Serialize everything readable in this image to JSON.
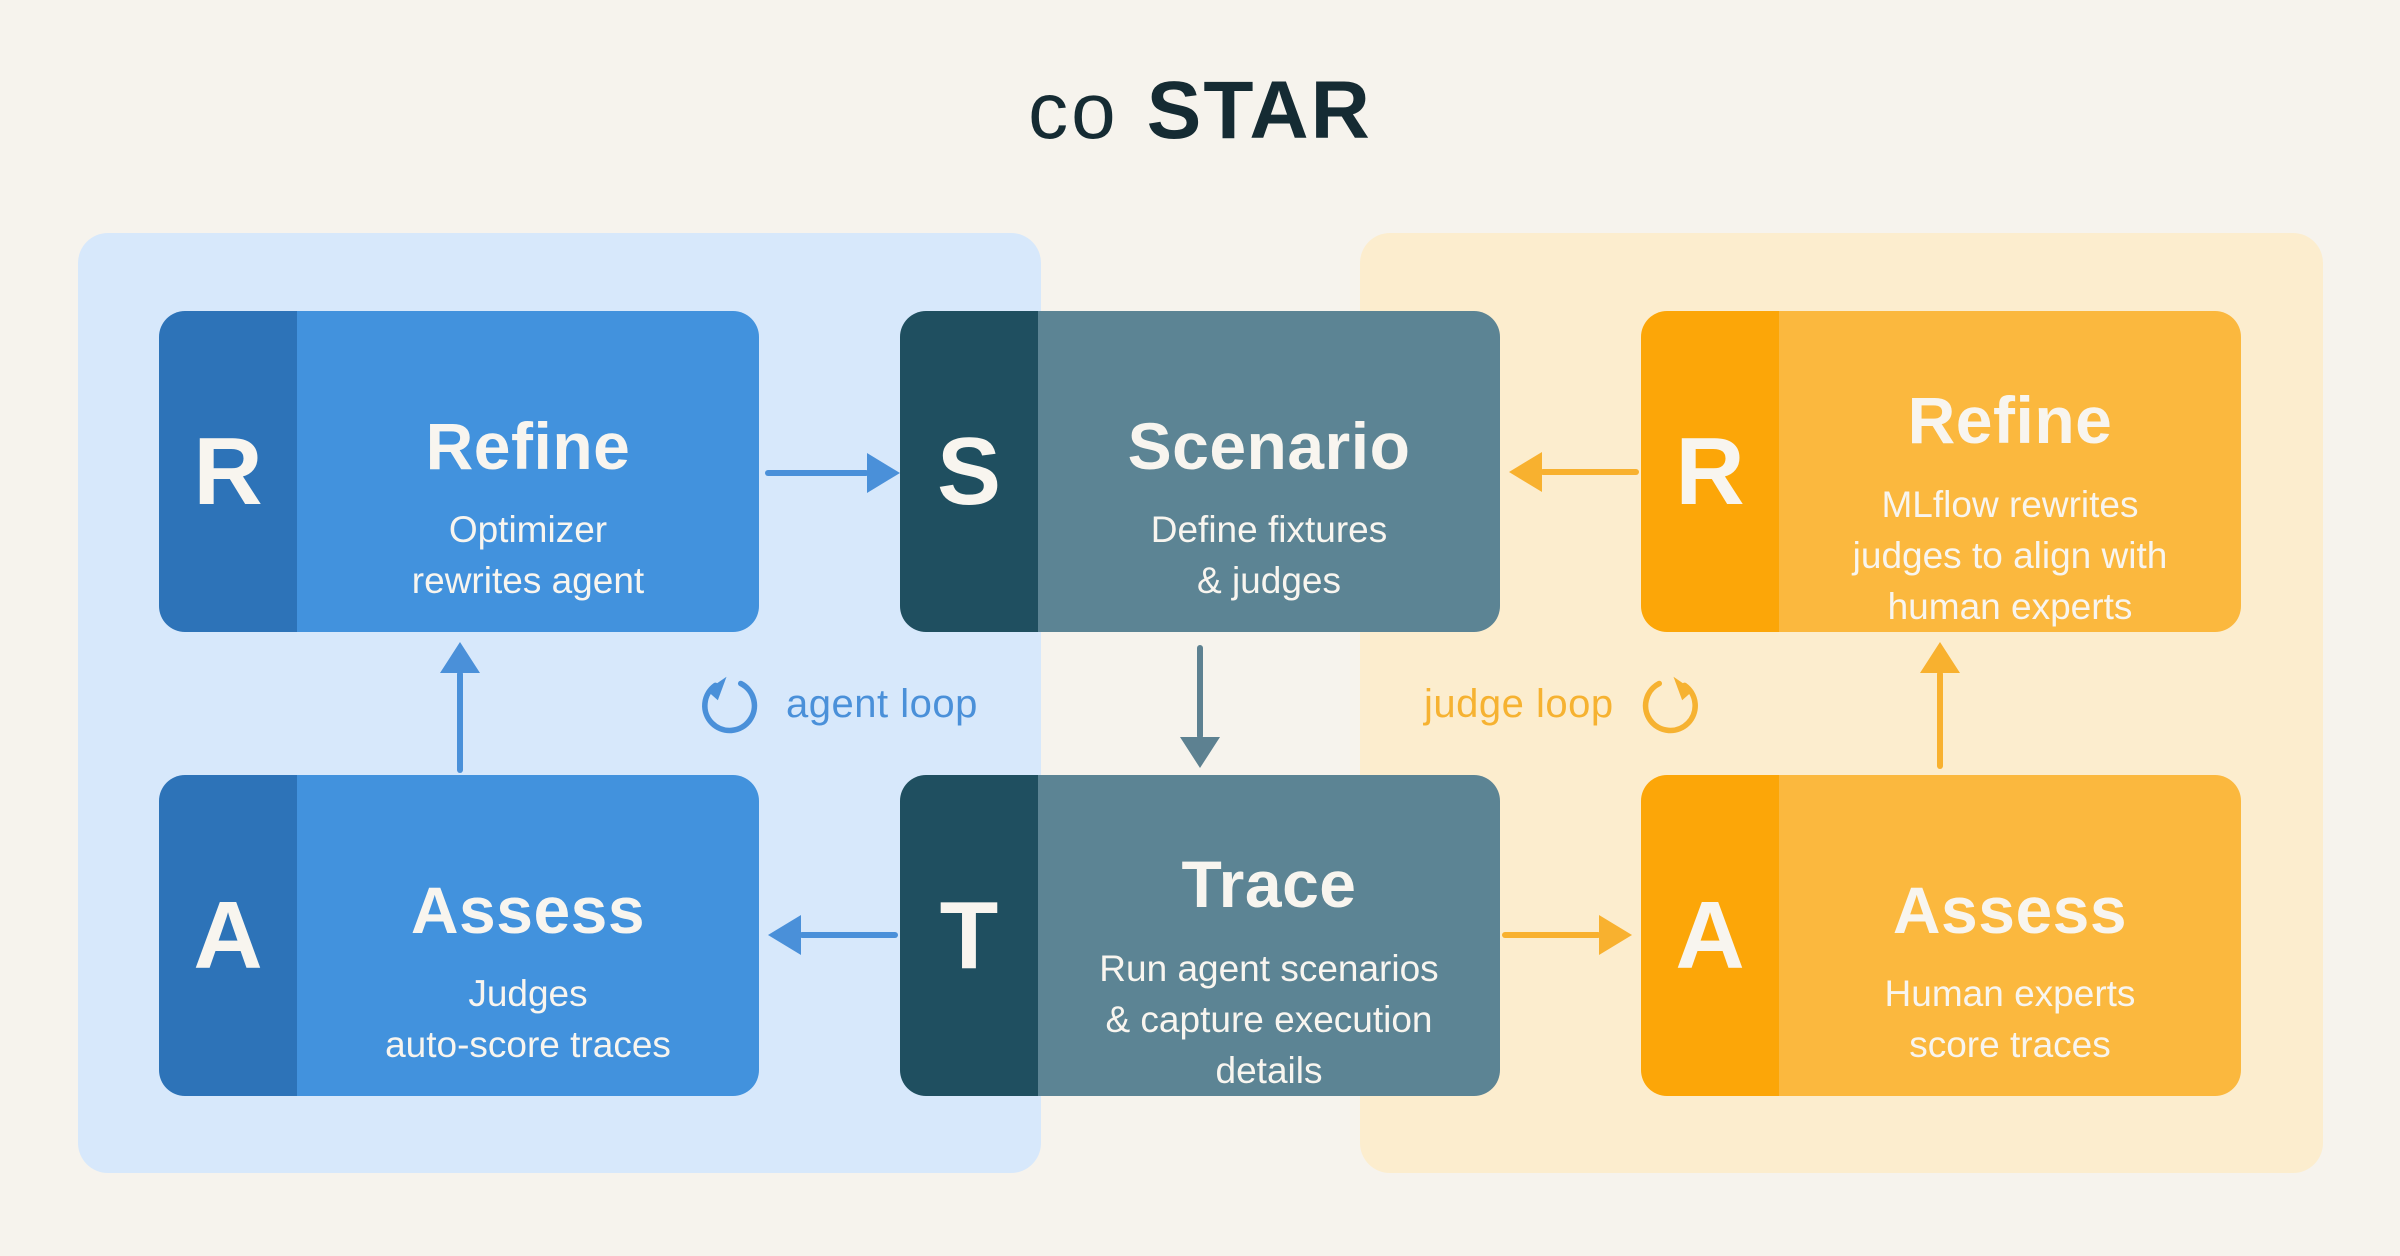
{
  "title": {
    "prefix": "co",
    "main": "STAR"
  },
  "boxes": {
    "refine_agent": {
      "letter": "R",
      "title": "Refine",
      "desc": "Optimizer\nrewrites agent"
    },
    "assess_agent": {
      "letter": "A",
      "title": "Assess",
      "desc": "Judges\nauto-score traces"
    },
    "scenario": {
      "letter": "S",
      "title": "Scenario",
      "desc": "Define fixtures\n& judges"
    },
    "trace": {
      "letter": "T",
      "title": "Trace",
      "desc": "Run agent scenarios\n& capture execution\ndetails"
    },
    "refine_judge": {
      "letter": "R",
      "title": "Refine",
      "desc": "MLflow rewrites\njudges to align with\nhuman experts"
    },
    "assess_judge": {
      "letter": "A",
      "title": "Assess",
      "desc": "Human experts\nscore traces"
    }
  },
  "loops": {
    "agent": "agent loop",
    "judge": "judge loop"
  },
  "colors": {
    "background": "#F6F3ED",
    "title_text": "#152B33",
    "agent_panel": "#D7E8FB",
    "judge_panel": "#FCEDCE",
    "blue_strip": "#2D73B8",
    "blue_body": "#4292DD",
    "slate_strip": "#1F4F60",
    "slate_body": "#5C8494",
    "orange_strip": "#FCA608",
    "orange_body": "#FBB83E",
    "blue_accent": "#4A90D9",
    "orange_accent": "#F6B231",
    "slate_accent": "#5D8191",
    "box_text": "#F8F5EF"
  }
}
